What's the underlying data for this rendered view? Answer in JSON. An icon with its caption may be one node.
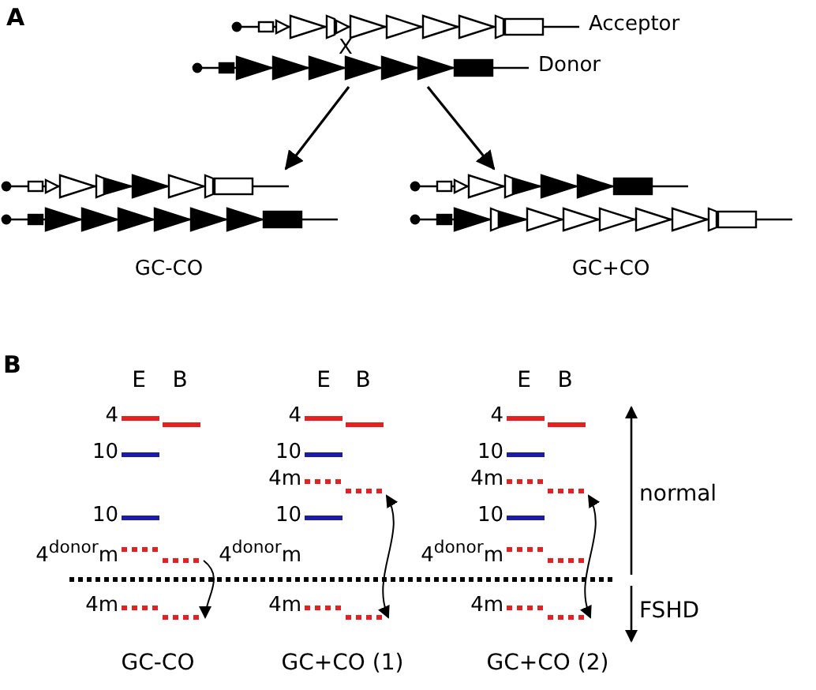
{
  "diagram": {
    "nodes": [
      {
        "text": [],
        "shape": "bar",
        "beside": [
          "Acceptor"
        ]
      },
      {
        "text": [],
        "shape": "bar",
        "beside": [
          "Donor"
        ]
      },
      {
        "text": [],
        "shape": "bar",
        "beside": [
          "GC-CO"
        ]
      },
      {
        "text": [],
        "shape": "bar",
        "beside": [
          "GC+CO"
        ]
      },
      {
        "text": [],
        "shape": "bar",
        "beside": [
          "4$^{donor}$m"
        ]
      },
      {
        "text": [],
        "shape": "bar",
        "beside": [
          "4m"
        ]
      },
      {
        "text": [],
        "shape": "bar",
        "beside": [
          "4m"
        ]
      },
      {
        "text": [],
        "shape": "bar",
        "beside": [
          "4m"
        ]
      },
      {
        "text": [],
        "shape": "bar",
        "beside": [
          "4m"
        ]
      },
      {
        "text": [],
        "shape": "bar",
        "beside": [
          "4m"
        ]
      }
    ],
    "edges": [
      {
        "from": 1,
        "to": 2,
        "arrow": "to"
      },
      {
        "from": 1,
        "to": 3,
        "arrow": "to"
      },
      {
        "from": 4,
        "to": 5,
        "arrow": "to"
      },
      {
        "from": 6,
        "to": 7,
        "arrow": "both"
      },
      {
        "from": 8,
        "to": 9,
        "arrow": "both"
      }
    ],
    "labels": [
      "A",
      "X",
      "B",
      "E",
      "B",
      "E",
      "B",
      "E",
      "B",
      "4",
      "10",
      "10",
      "4",
      "10",
      "10",
      "4$^{donor}$m",
      "4",
      "10",
      "10",
      "4$^{donor}$m",
      "normal",
      "FSHD",
      "GC-CO",
      "GC+CO (1)",
      "GC+CO (2)"
    ]
  }
}
